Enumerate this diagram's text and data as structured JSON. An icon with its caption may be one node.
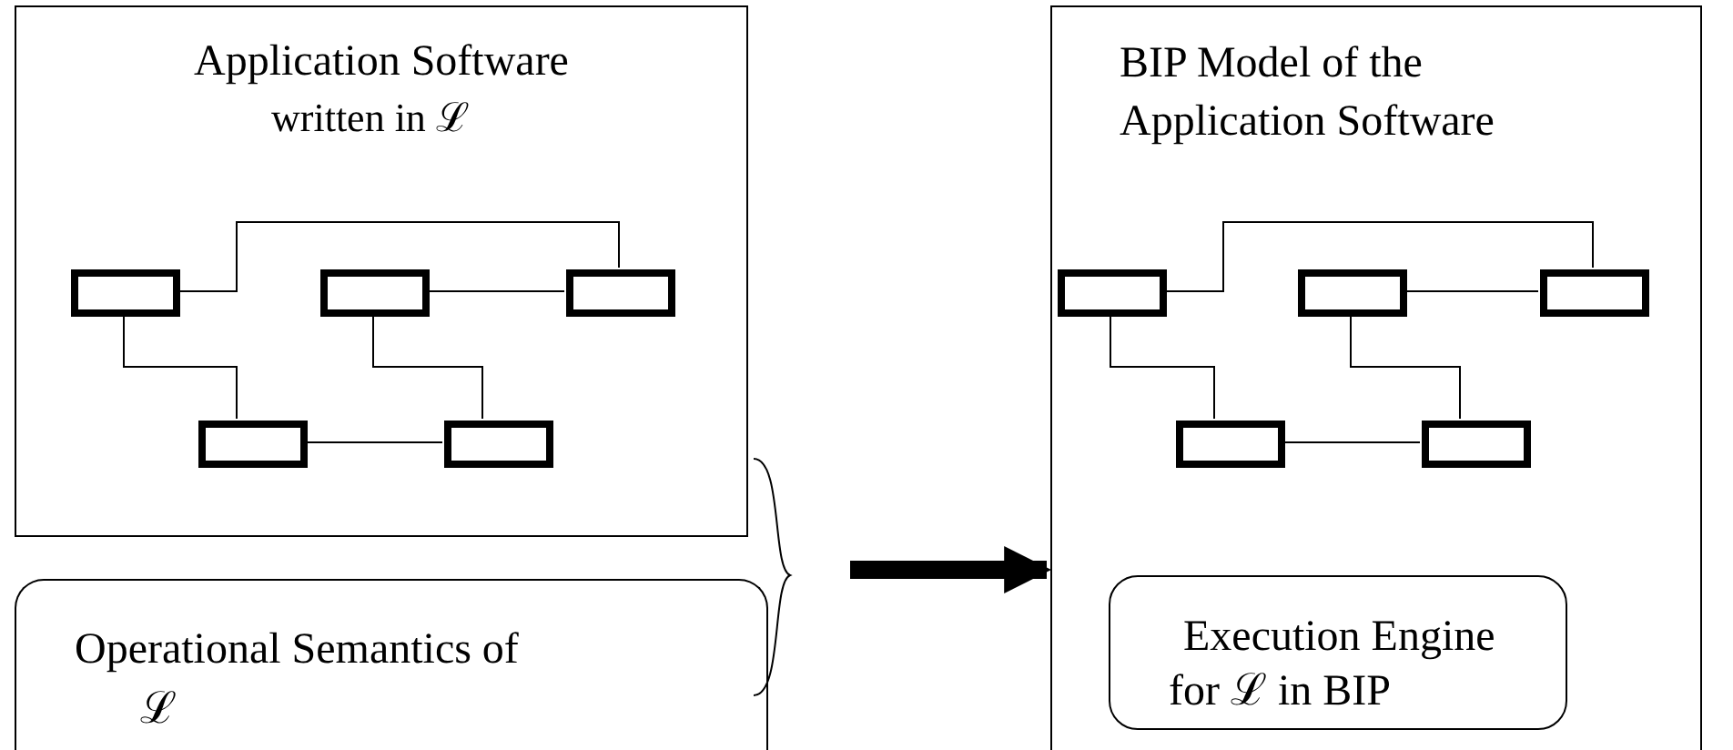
{
  "diagram": {
    "nodes": [
      {
        "text": [
          "Application Software",
          "written in ℒ"
        ]
      },
      {
        "text": [],
        "shape": "box",
        "in": 0
      },
      {
        "text": [],
        "shape": "box",
        "in": 0
      },
      {
        "text": [],
        "shape": "box",
        "in": 0
      },
      {
        "text": [],
        "shape": "box",
        "in": 0
      },
      {
        "text": [],
        "shape": "box",
        "in": 0
      },
      {
        "text": [
          "Operational Semantics of ℒ"
        ]
      },
      {
        "text": [
          "BIP Model of the Application Software"
        ]
      },
      {
        "text": [],
        "shape": "box",
        "in": 7
      },
      {
        "text": [],
        "shape": "box",
        "in": 7
      },
      {
        "text": [],
        "shape": "box",
        "in": 7
      },
      {
        "text": [],
        "shape": "box",
        "in": 7
      },
      {
        "text": [],
        "shape": "box",
        "in": 7
      },
      {
        "text": [
          "Execution Engine for ℒ in BIP"
        ],
        "in": 7
      }
    ],
    "edges": [
      {
        "from": 1,
        "to": 3,
        "arrow": "none"
      },
      {
        "from": 1,
        "to": 4,
        "arrow": "none"
      },
      {
        "from": 2,
        "to": 3,
        "arrow": "none"
      },
      {
        "from": 2,
        "to": 5,
        "arrow": "none"
      },
      {
        "from": 4,
        "to": 5,
        "arrow": "none"
      },
      {
        "from": 8,
        "to": 10,
        "arrow": "none"
      },
      {
        "from": 8,
        "to": 11,
        "arrow": "none"
      },
      {
        "from": 9,
        "to": 10,
        "arrow": "none"
      },
      {
        "from": 9,
        "to": 12,
        "arrow": "none"
      },
      {
        "from": 11,
        "to": 12,
        "arrow": "none"
      },
      {
        "from": null,
        "to": 7,
        "arrow": "to",
        "style": "thick"
      }
    ]
  }
}
